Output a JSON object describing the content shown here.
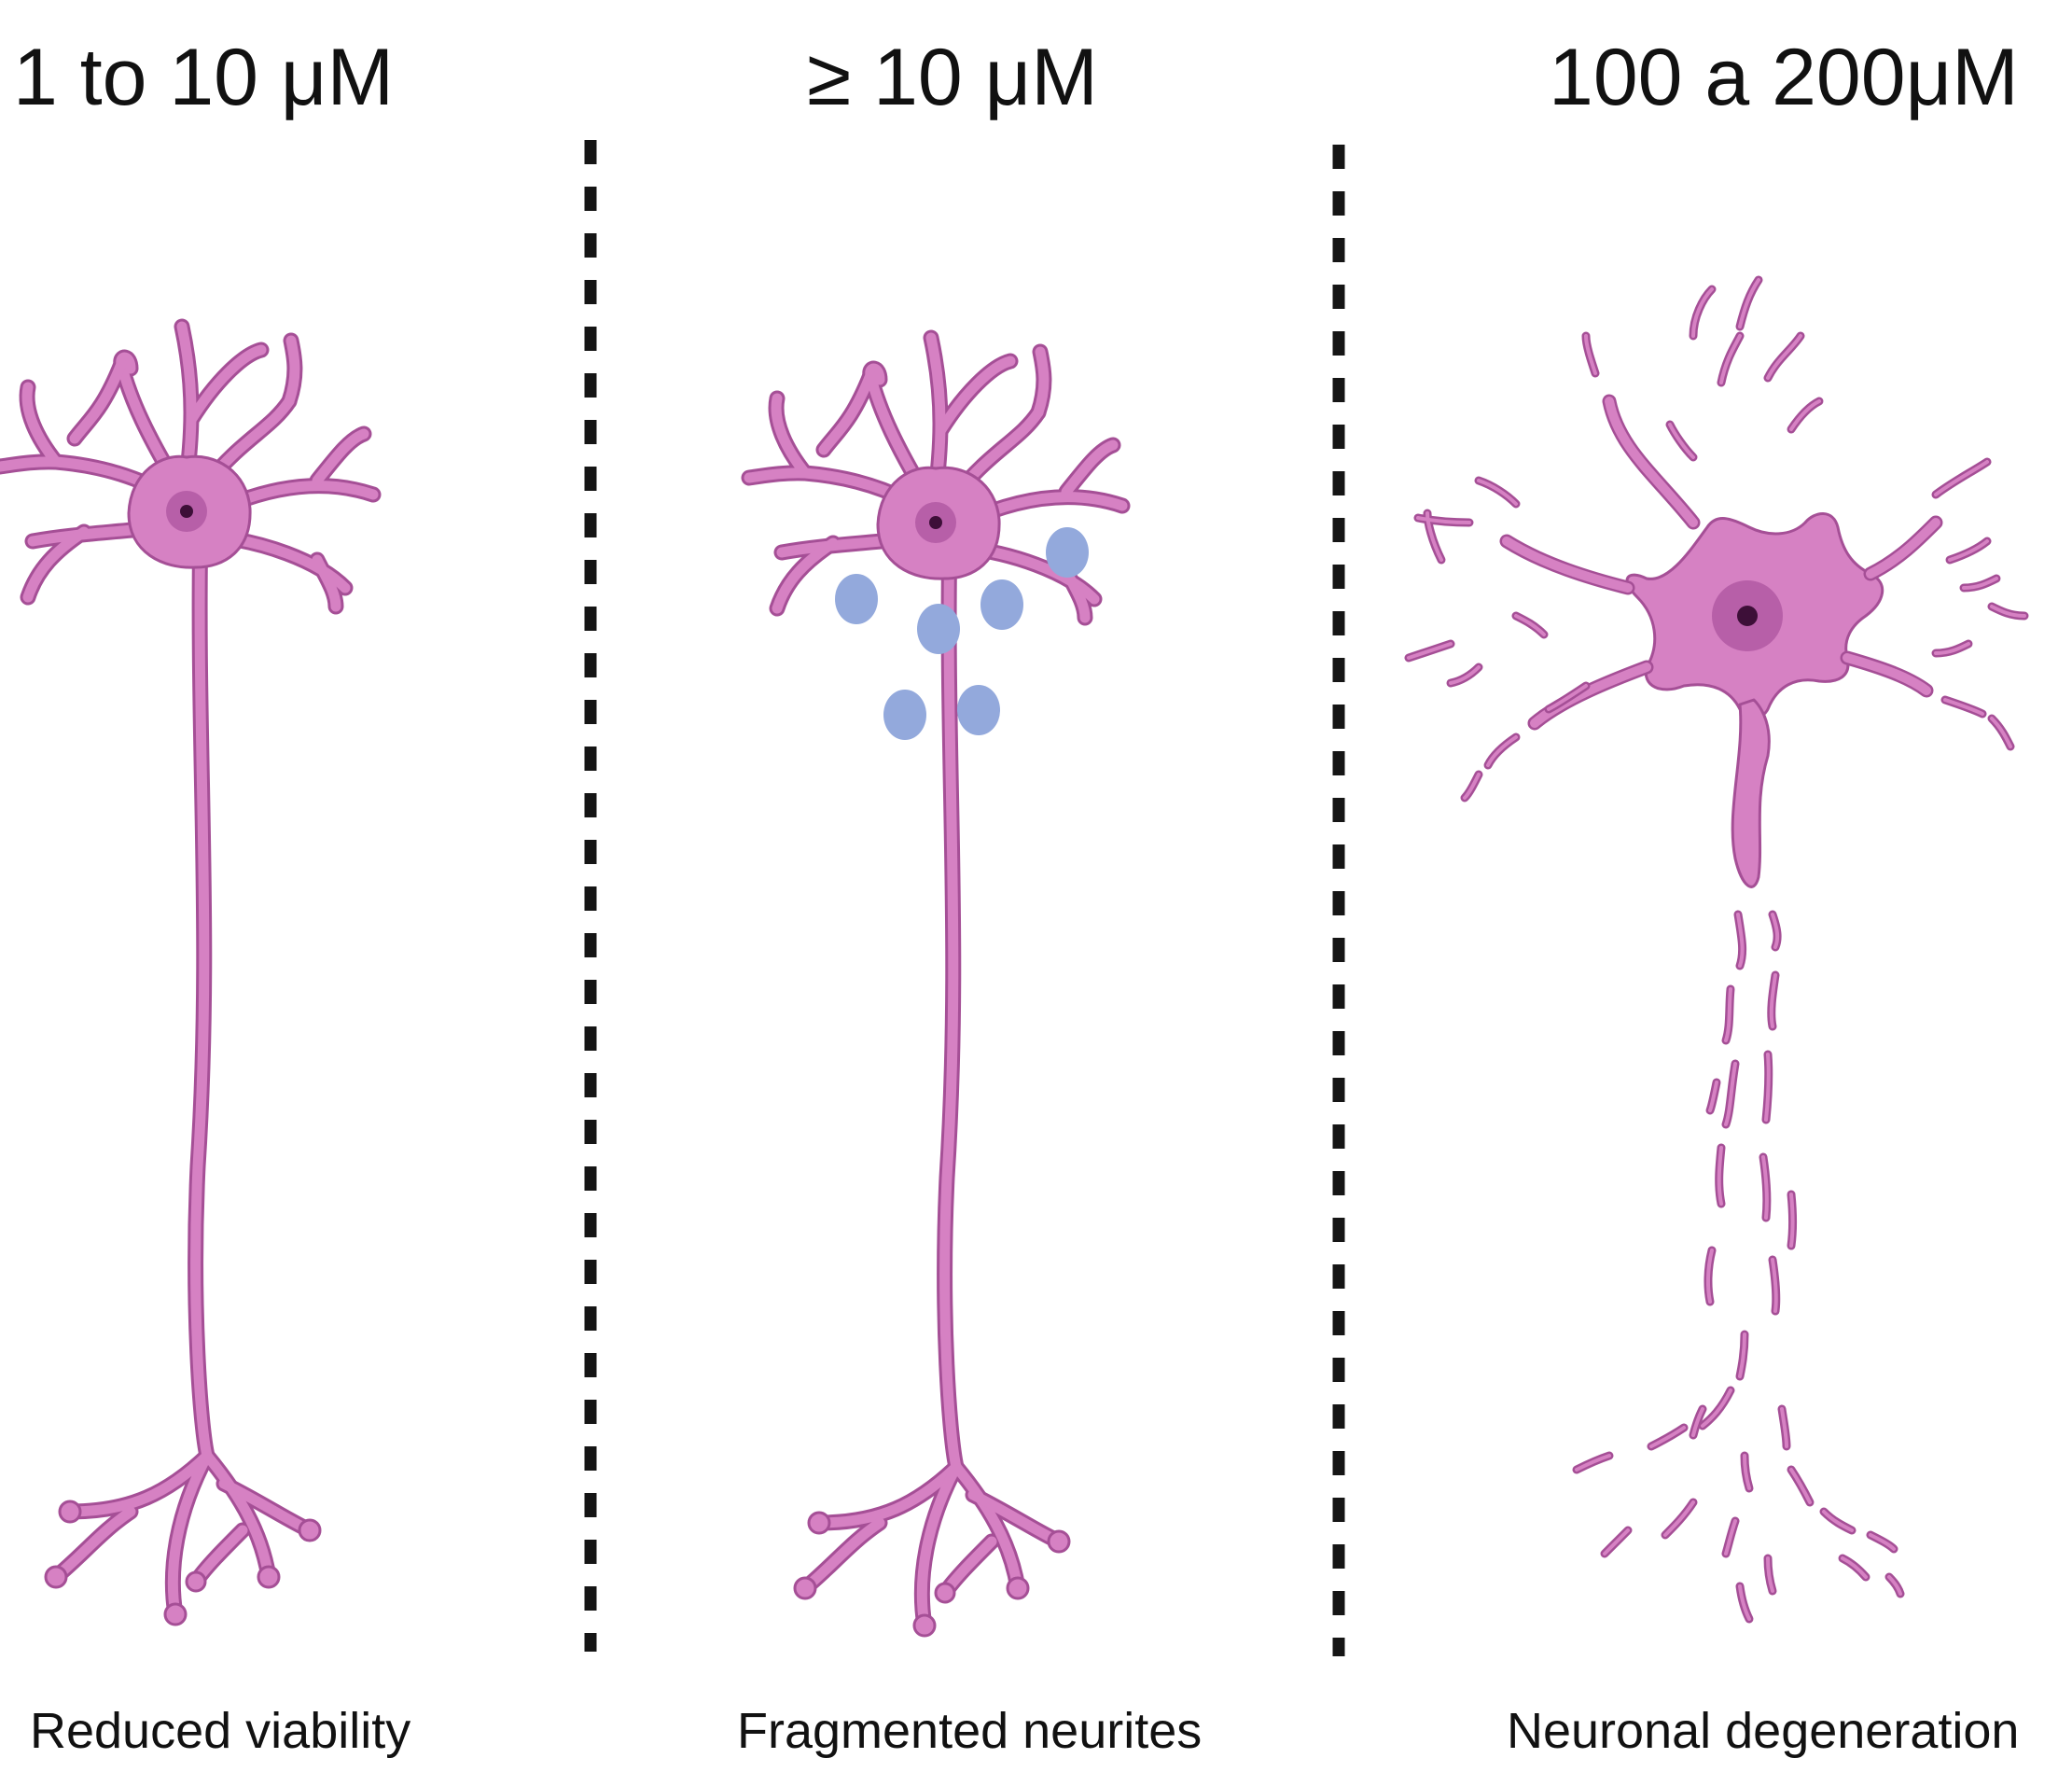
{
  "panels": [
    {
      "concentration": "1 to 10 μM",
      "effect": "Reduced viability"
    },
    {
      "concentration": "≥ 10 μM",
      "effect": "Fragmented neurites"
    },
    {
      "concentration": "100 a 200μM",
      "effect": "Neuronal degeneration"
    }
  ],
  "colors": {
    "neuron_fill": "#d681c3",
    "neuron_outline": "#a54f96",
    "nucleus": "#b75fa8",
    "nucleolus": "#3d0f38",
    "vesicle": "#93a9dc",
    "divider": "#151515",
    "text": "#111111"
  }
}
